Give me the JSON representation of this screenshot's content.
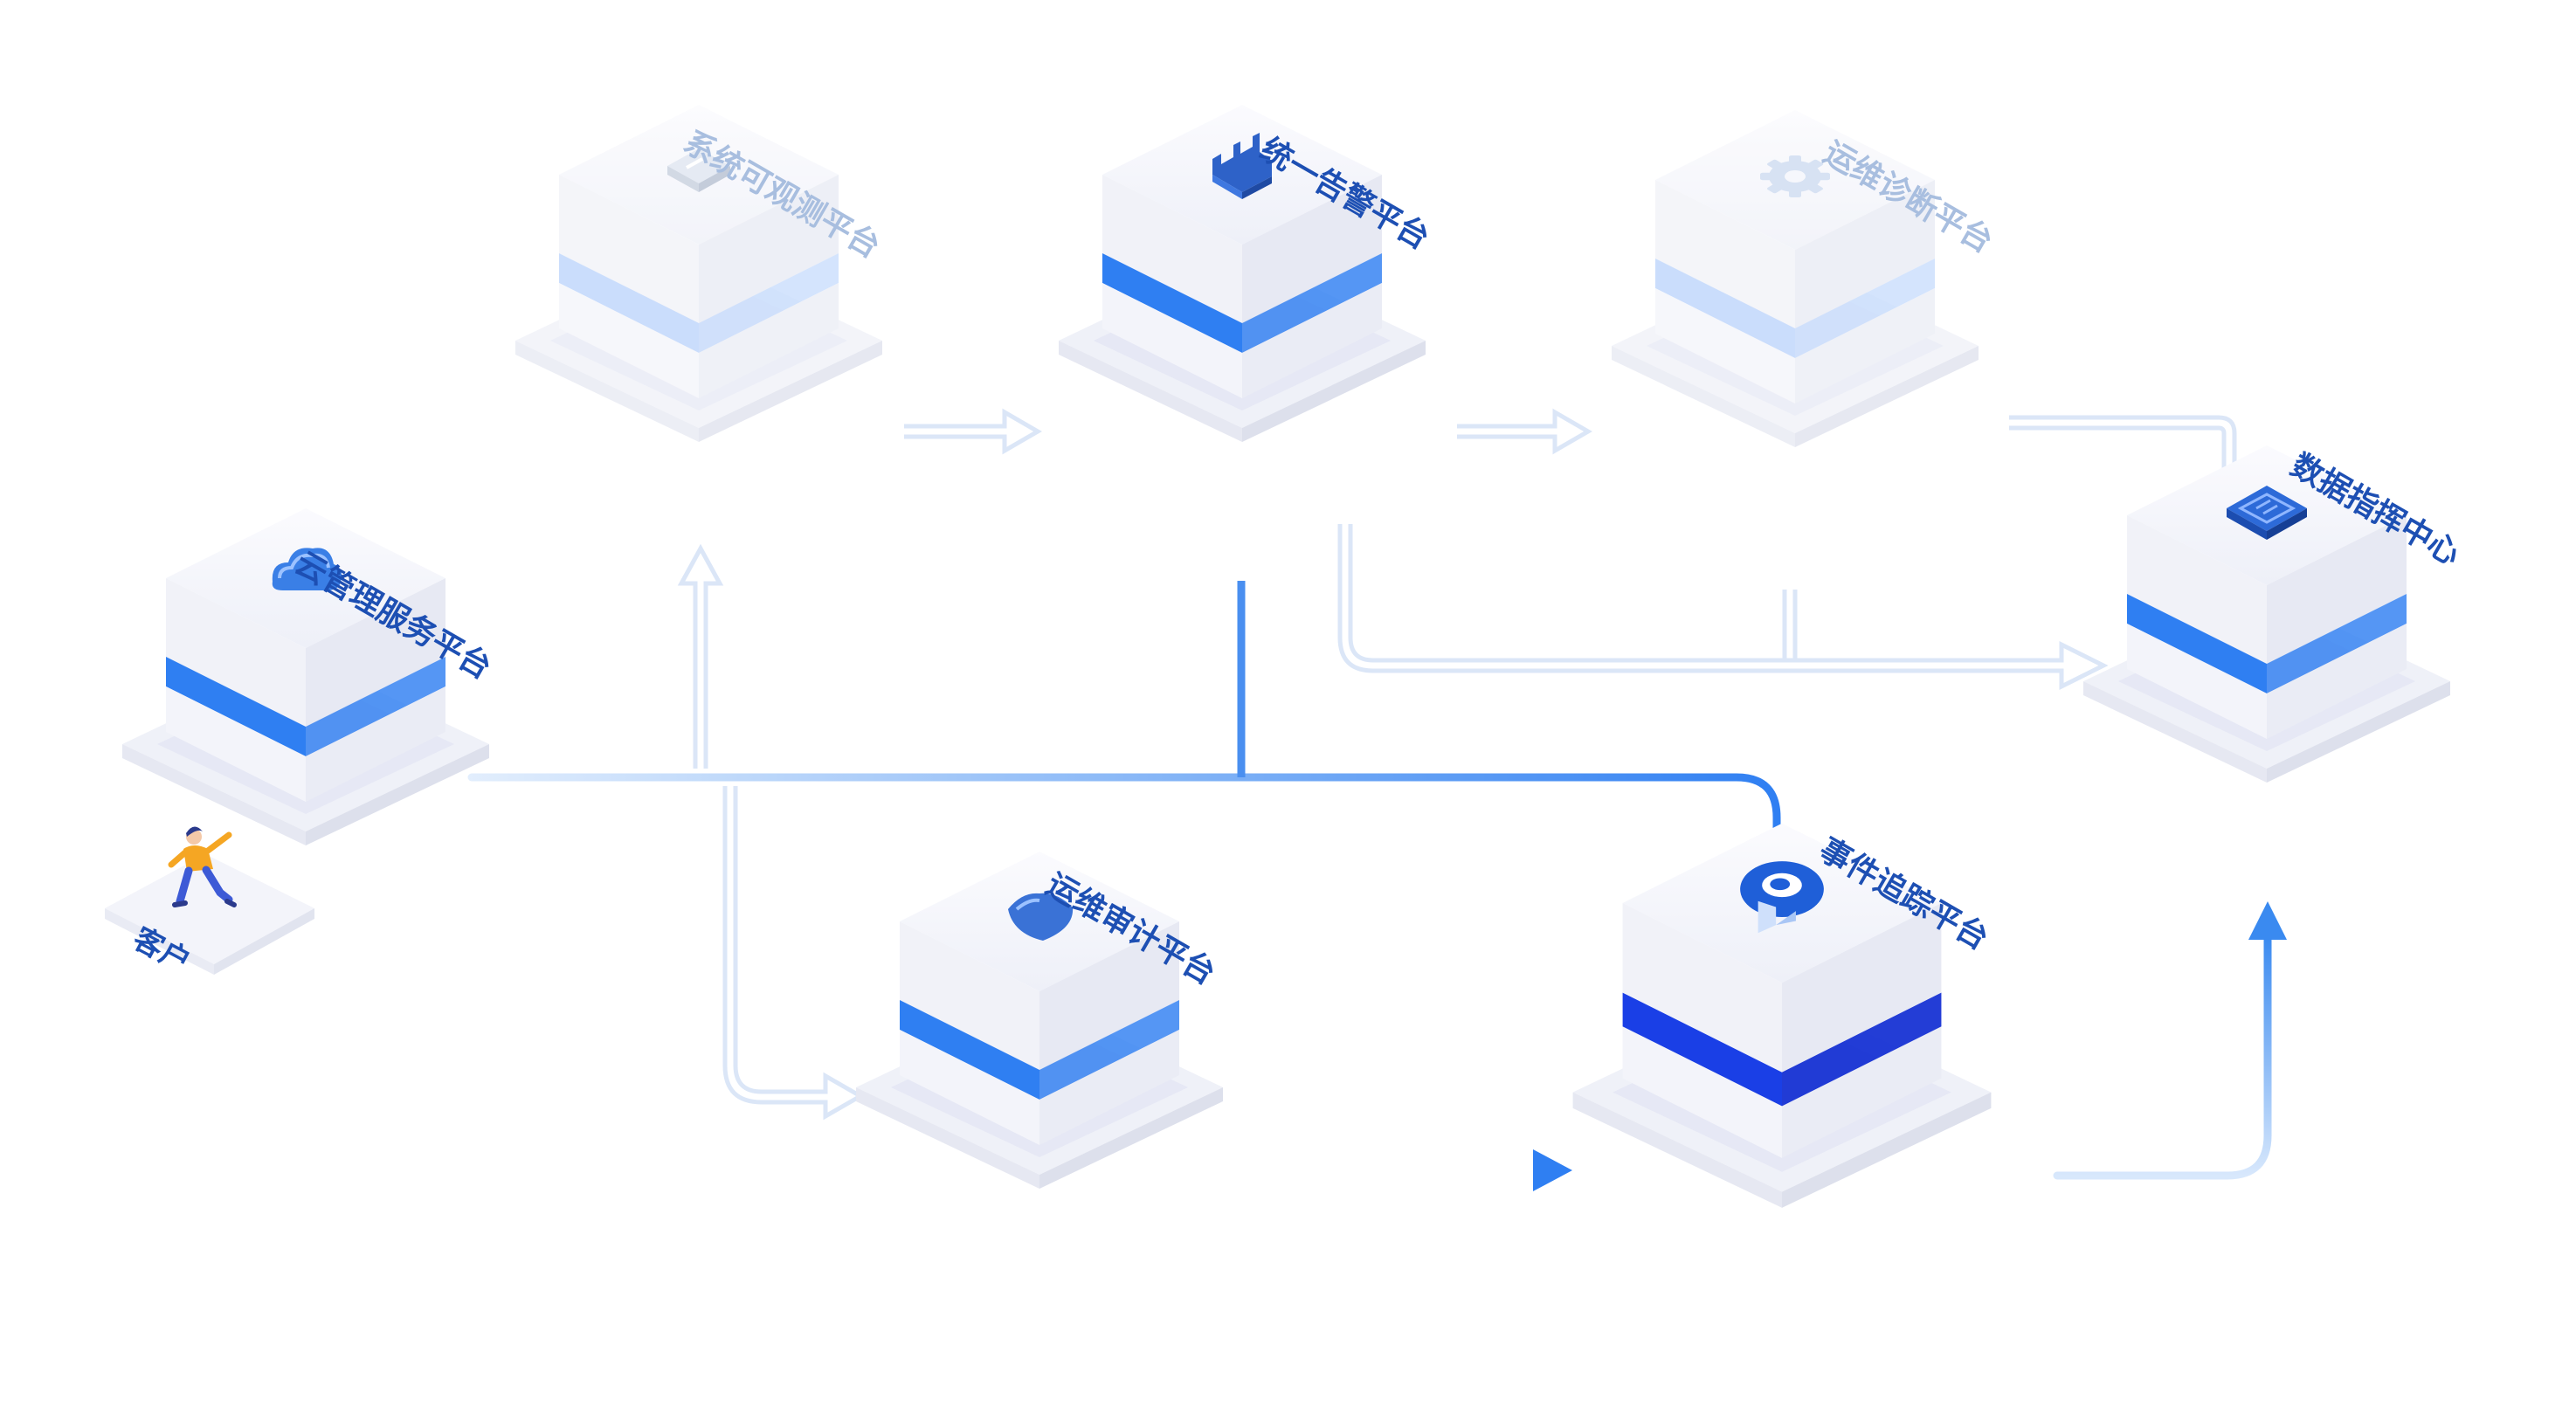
{
  "nodes": {
    "cloud": {
      "label": "云管理服务平台",
      "icon": "cloud-icon",
      "state": "active",
      "band_color": "#2f7ff2"
    },
    "observe": {
      "label": "系统可观测平台",
      "icon": "folder-icon",
      "state": "faded",
      "band_color": "#b6d1fb"
    },
    "alarm": {
      "label": "统一告警平台",
      "icon": "factory-icon",
      "state": "active",
      "band_color": "#2f7ff2"
    },
    "diag": {
      "label": "运维诊断平台",
      "icon": "gear-icon",
      "state": "faded",
      "band_color": "#b6d1fb"
    },
    "command": {
      "label": "数据指挥中心",
      "icon": "monitor-icon",
      "state": "active",
      "band_color": "#2f7ff2"
    },
    "audit": {
      "label": "运维审计平台",
      "icon": "shield-icon",
      "state": "active",
      "band_color": "#2f7ff2"
    },
    "event": {
      "label": "事件追踪平台",
      "icon": "target-icon",
      "state": "primary",
      "band_color": "#1a3fe6"
    }
  },
  "customer": {
    "label": "客户"
  },
  "colors": {
    "label_active": "#1d4fb3",
    "label_faded": "#a8bedf",
    "arrow_strong": "#3a8af0",
    "arrow_faint": "#dbe6f7"
  }
}
